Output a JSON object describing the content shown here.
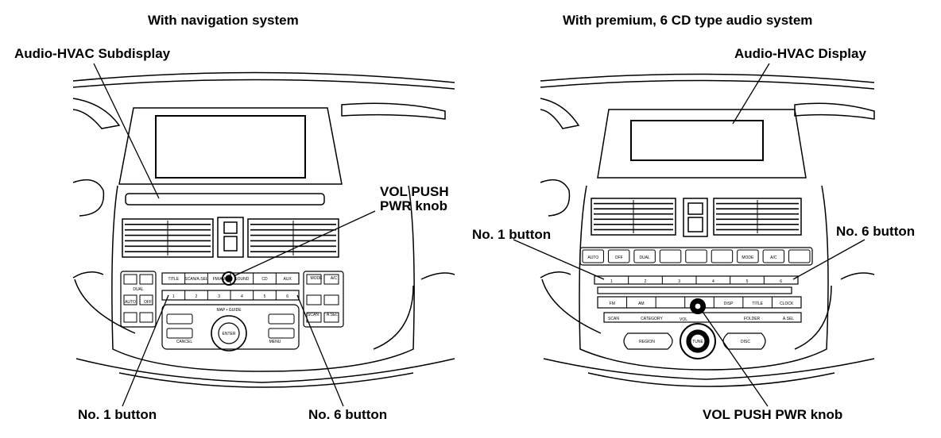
{
  "left": {
    "title": "With navigation system",
    "callouts": {
      "subdisplay": "Audio-HVAC Subdisplay",
      "vol_knob_1": "VOL PUSH",
      "vol_knob_2": "PWR knob",
      "button1": "No. 1 button",
      "button6": "No. 6 button"
    },
    "panel": {
      "buttons": [
        "TITLE",
        "SCAN/A.SEL",
        "FM/AM",
        "SOUND",
        "CD",
        "AUX"
      ],
      "presets": [
        "1",
        "2",
        "3",
        "4",
        "5",
        "6"
      ],
      "nav": "MAP • GUIDE",
      "knob": "ENTER",
      "cancel": "CANCEL",
      "menu": "MENU",
      "scan": "SCAN",
      "asel": "A.SEL",
      "auto": "AUTO",
      "off": "OFF",
      "dual": "DUAL",
      "mode": "MODE",
      "ac": "A/C"
    }
  },
  "right": {
    "title": "With premium, 6 CD type audio system",
    "callouts": {
      "display": "Audio-HVAC Display",
      "button1": "No. 1 button",
      "button6": "No. 6 button",
      "vol_knob": "VOL PUSH PWR knob"
    },
    "panel": {
      "hvac": [
        "AUTO",
        "OFF",
        "DUAL",
        "",
        "",
        "",
        "MODE",
        "A/C",
        ""
      ],
      "presets": [
        "1",
        "2",
        "3",
        "4",
        "5",
        "6"
      ],
      "row2": [
        "FM",
        "AM",
        "",
        "",
        "DISP",
        "TITLE",
        "CLOCK"
      ],
      "category": "CATEGORY",
      "scan": "SCAN",
      "asel": "A.SEL",
      "vol": "VOL",
      "knob": "TUNE",
      "folder": "FOLDER",
      "region": "REGION",
      "disc": "DISC"
    }
  }
}
